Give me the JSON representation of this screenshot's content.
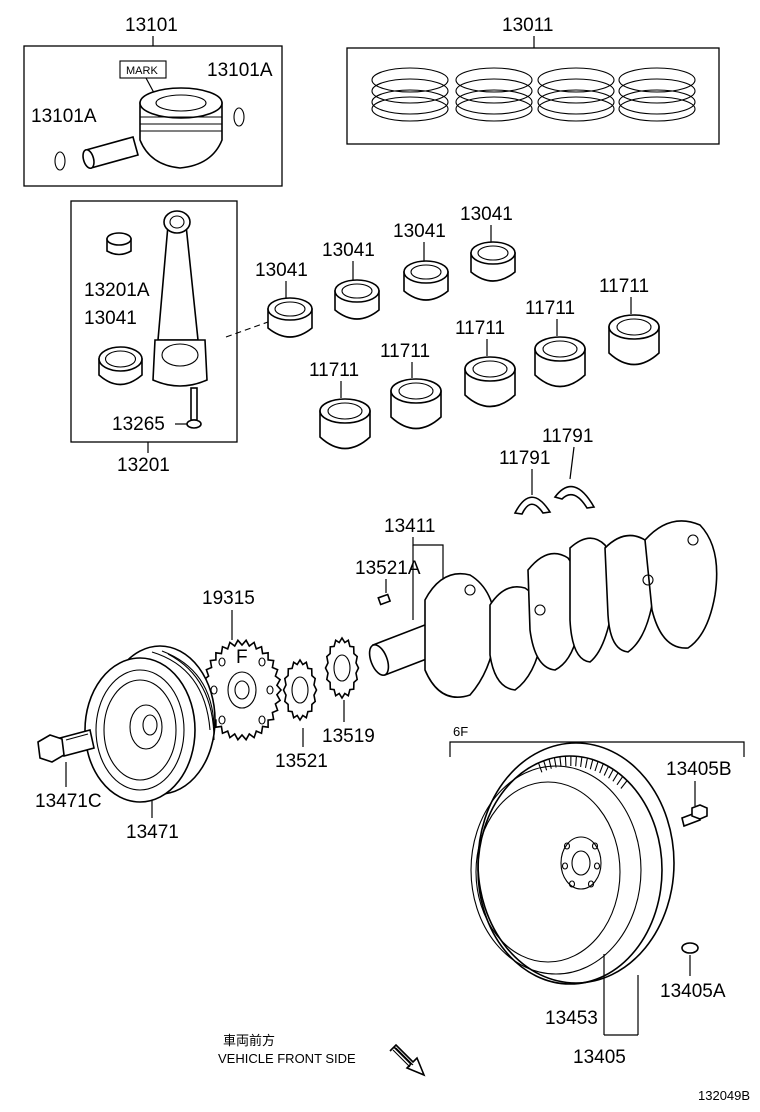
{
  "labels": {
    "p13101": "13101",
    "p13101a_right": "13101A",
    "p13101a_left": "13101A",
    "mark": "MARK",
    "p13011": "13011",
    "p13041_1": "13041",
    "p13041_2": "13041",
    "p13041_3": "13041",
    "p13041_4": "13041",
    "p13201a": "13201A",
    "p13041_rod": "13041",
    "p13265": "13265",
    "p13201": "13201",
    "p11711_1": "11711",
    "p11711_2": "11711",
    "p11711_3": "11711",
    "p11711_4": "11711",
    "p11711_5": "11711",
    "p11791_1": "11791",
    "p11791_2": "11791",
    "p13411": "13411",
    "p13521a": "13521A",
    "p19315": "19315",
    "p13521": "13521",
    "p13519": "13519",
    "p13471c": "13471C",
    "p13471": "13471",
    "variant": "6F",
    "p13405b": "13405B",
    "p13405a": "13405A",
    "p13453": "13453",
    "p13405": "13405",
    "dir_jp": "車両前方",
    "dir_en": "VEHICLE FRONT SIDE",
    "sprocket_mark": "F",
    "diagram_id": "132049B"
  }
}
